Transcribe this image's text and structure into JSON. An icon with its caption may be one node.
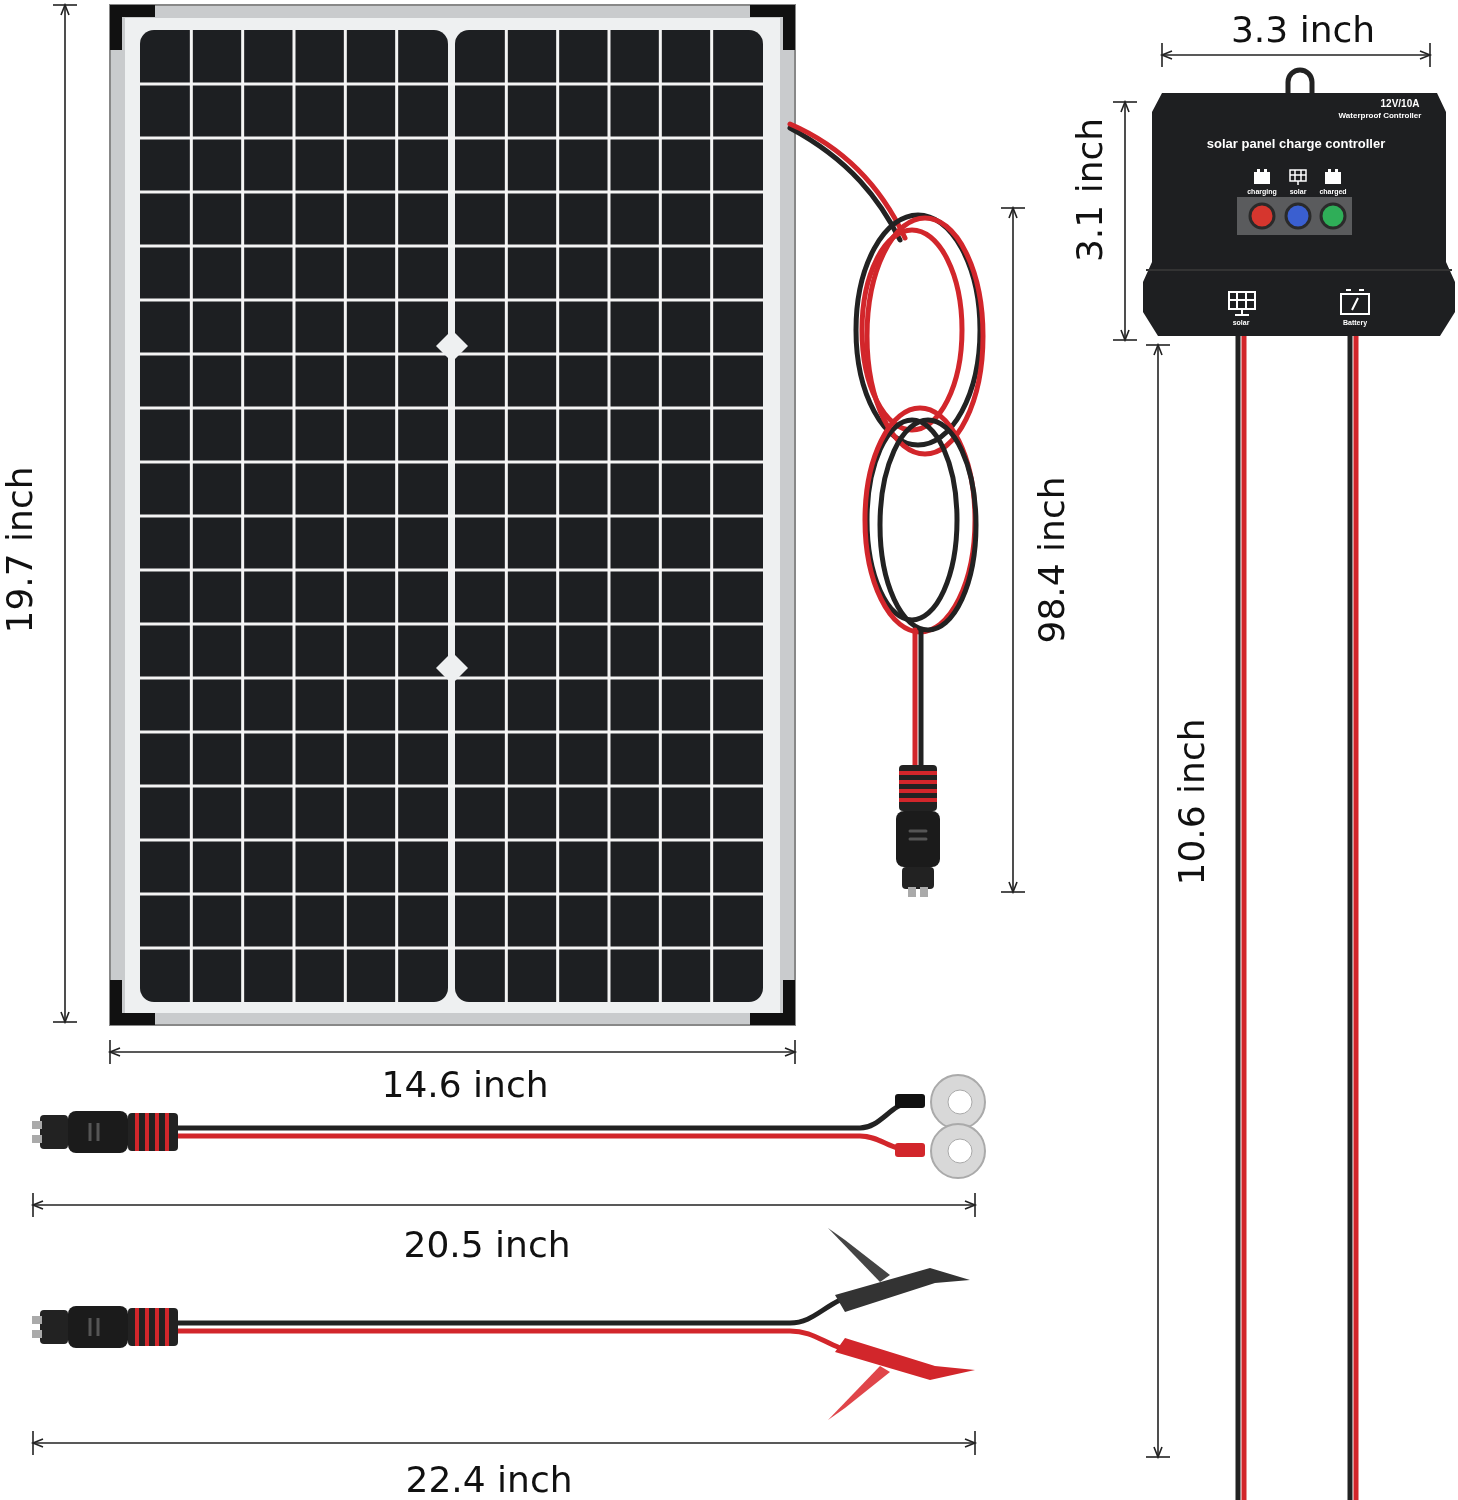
{
  "diagram": {
    "labels": [
      "3.3 inch",
      "12V/10A",
      "Waterproof Controller",
      "solar panel charge controller",
      "charging",
      "solar",
      "charged",
      "3.1 inch",
      "solar",
      "Battery",
      "98.4 inch",
      "19.7 inch",
      "10.6 inch",
      "14.6 inch",
      "20.5 inch",
      "22.4 inch"
    ]
  }
}
